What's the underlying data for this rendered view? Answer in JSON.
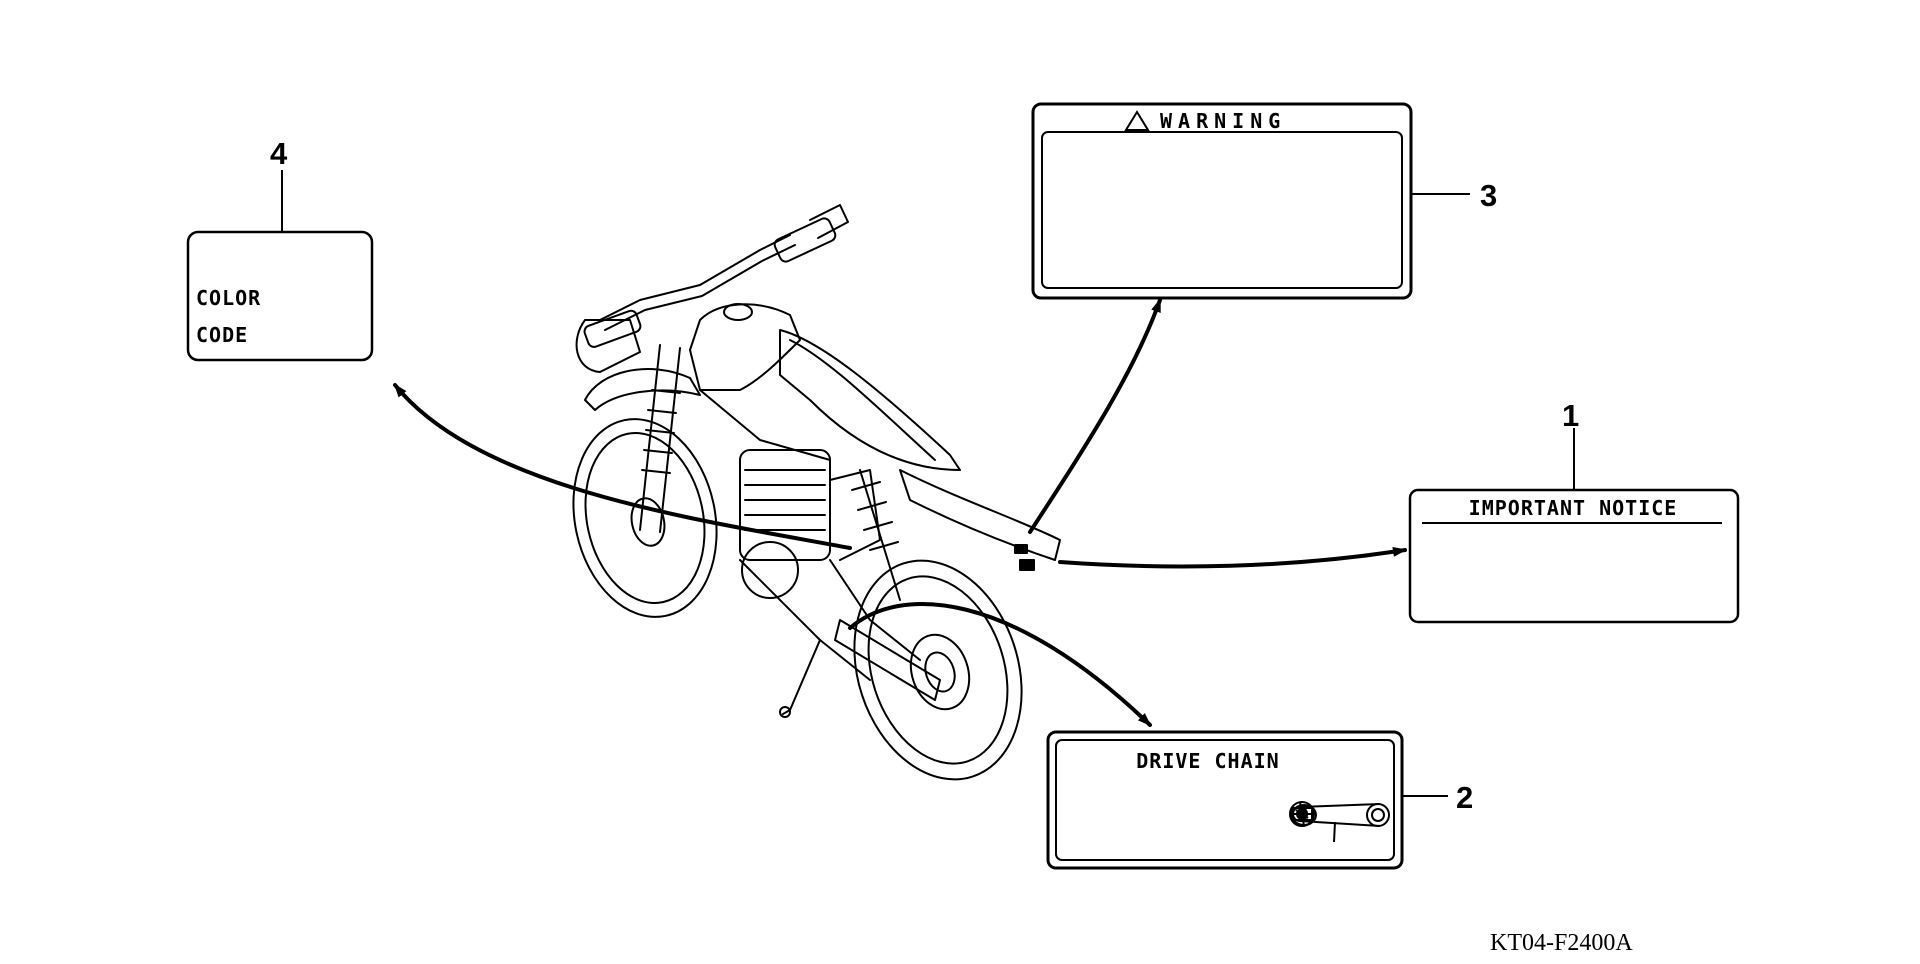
{
  "callouts": {
    "c1": "1",
    "c2": "2",
    "c3": "3",
    "c4": "4"
  },
  "labels": {
    "important_notice": {
      "title": "IMPORTANT NOTICE"
    },
    "drive_chain": {
      "title": "DRIVE CHAIN"
    },
    "warning": {
      "title": "WARNING"
    },
    "color_code": {
      "line1": "COLOR",
      "line2": "CODE"
    }
  },
  "diagram_code": "KT04-F2400A"
}
